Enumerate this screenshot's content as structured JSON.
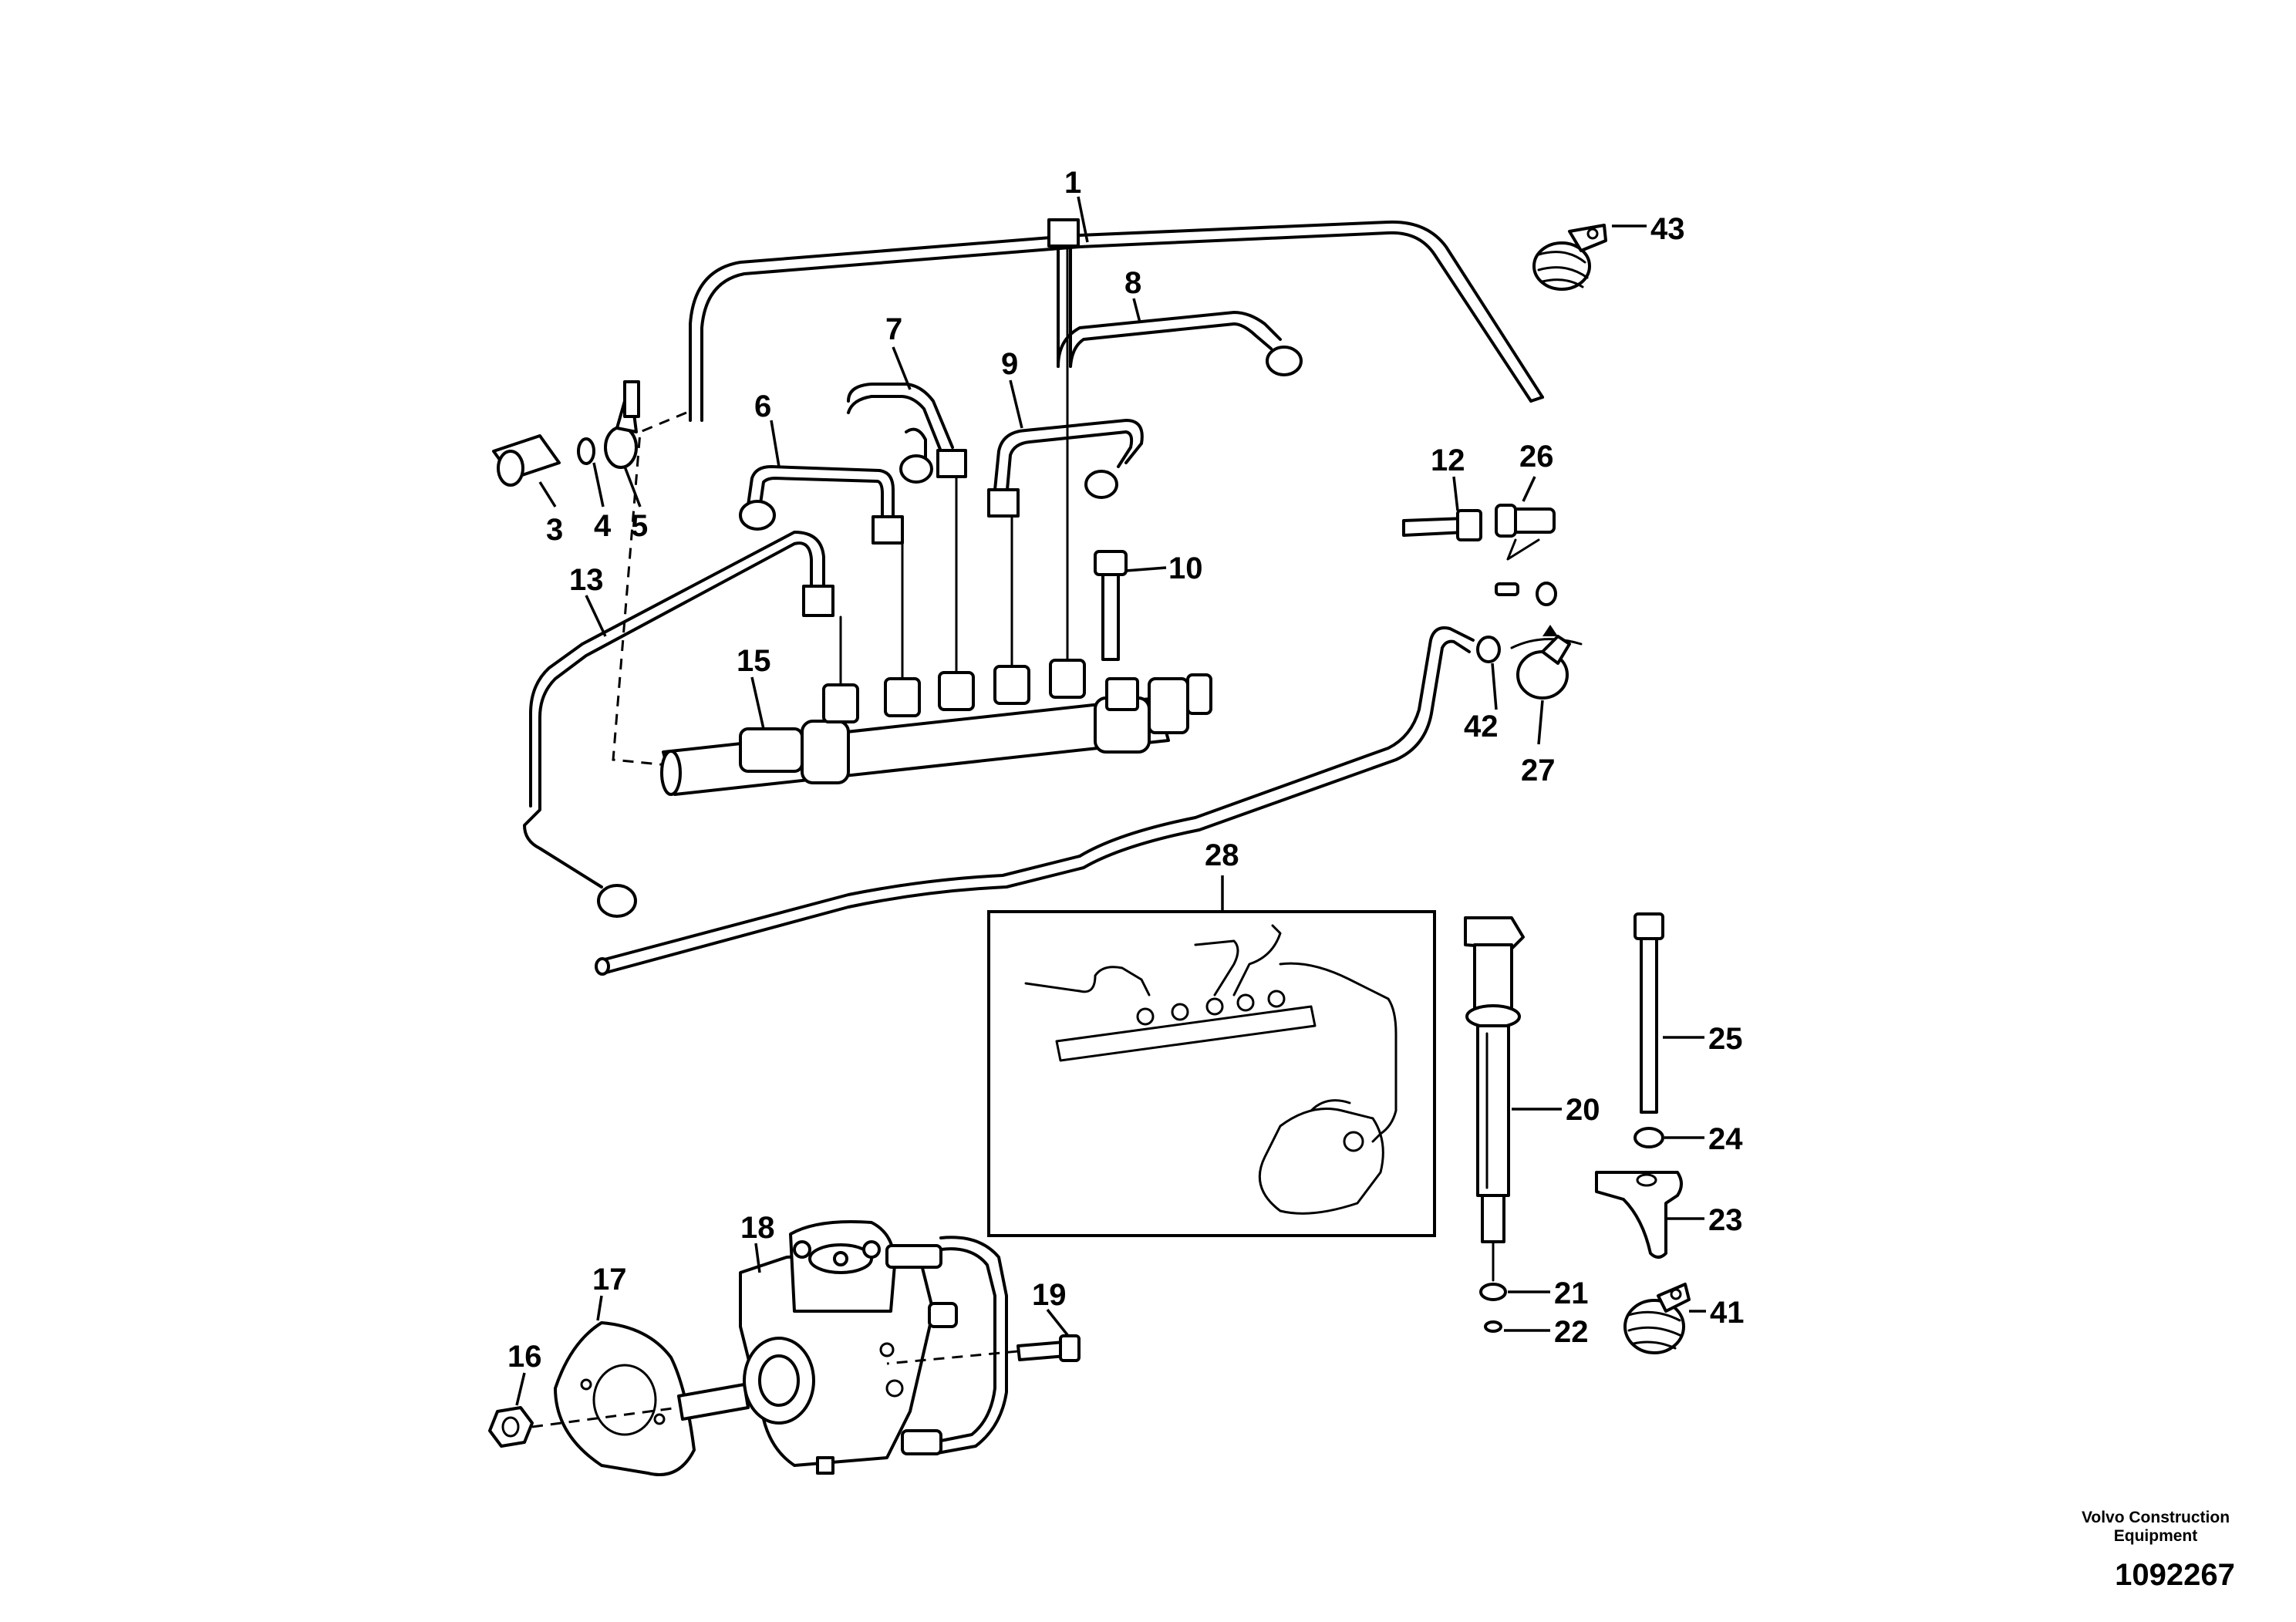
{
  "figure": {
    "callouts": [
      "1",
      "3",
      "4",
      "5",
      "6",
      "7",
      "8",
      "9",
      "10",
      "12",
      "13",
      "15",
      "16",
      "17",
      "18",
      "19",
      "20",
      "21",
      "22",
      "23",
      "24",
      "25",
      "26",
      "27",
      "28",
      "41",
      "42",
      "43"
    ],
    "inset_label": "28"
  },
  "footer": {
    "organization_line1": "Volvo Construction",
    "organization_line2": "Equipment",
    "drawing_number": "1092267"
  }
}
